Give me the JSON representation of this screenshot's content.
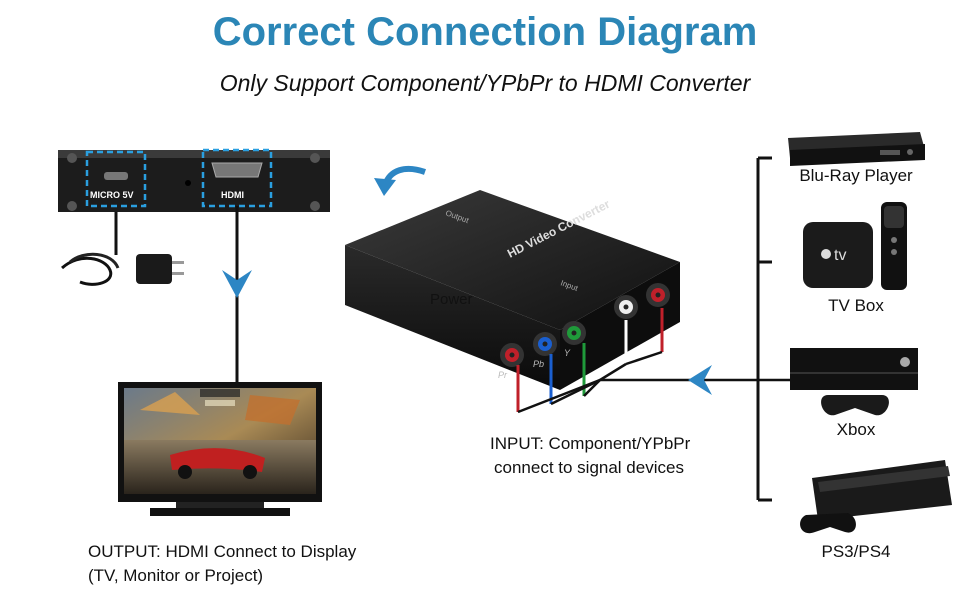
{
  "header": {
    "title": "Correct Connection Diagram",
    "subtitle": "Only Support Component/YPbPr to HDMI Converter"
  },
  "panel": {
    "micro_label": "MICRO 5V",
    "hdmi_label": "HDMI"
  },
  "converter": {
    "brand_text": "HD Video Converter",
    "output_text": "Output",
    "input_text": "Input",
    "power_label": "Power",
    "port_labels": [
      "Pr",
      "Pb",
      "Y"
    ]
  },
  "input_caption": {
    "line1": "INPUT: Component/YPbPr",
    "line2": "connect to signal devices"
  },
  "output_caption": {
    "line1": "OUTPUT: HDMI Connect to Display",
    "line2": "(TV, Monitor or Project)"
  },
  "devices": [
    {
      "label": "Blu-Ray Player"
    },
    {
      "label": "TV Box"
    },
    {
      "label": "Xbox"
    },
    {
      "label": "PS3/PS4"
    }
  ],
  "colors": {
    "title": "#2b86b6",
    "arrow": "#2d86c4",
    "pr_red": "#c0202a",
    "pb_blue": "#1a5fd0",
    "y_green": "#1f9a3a",
    "dash_box": "#2a9fe0"
  }
}
